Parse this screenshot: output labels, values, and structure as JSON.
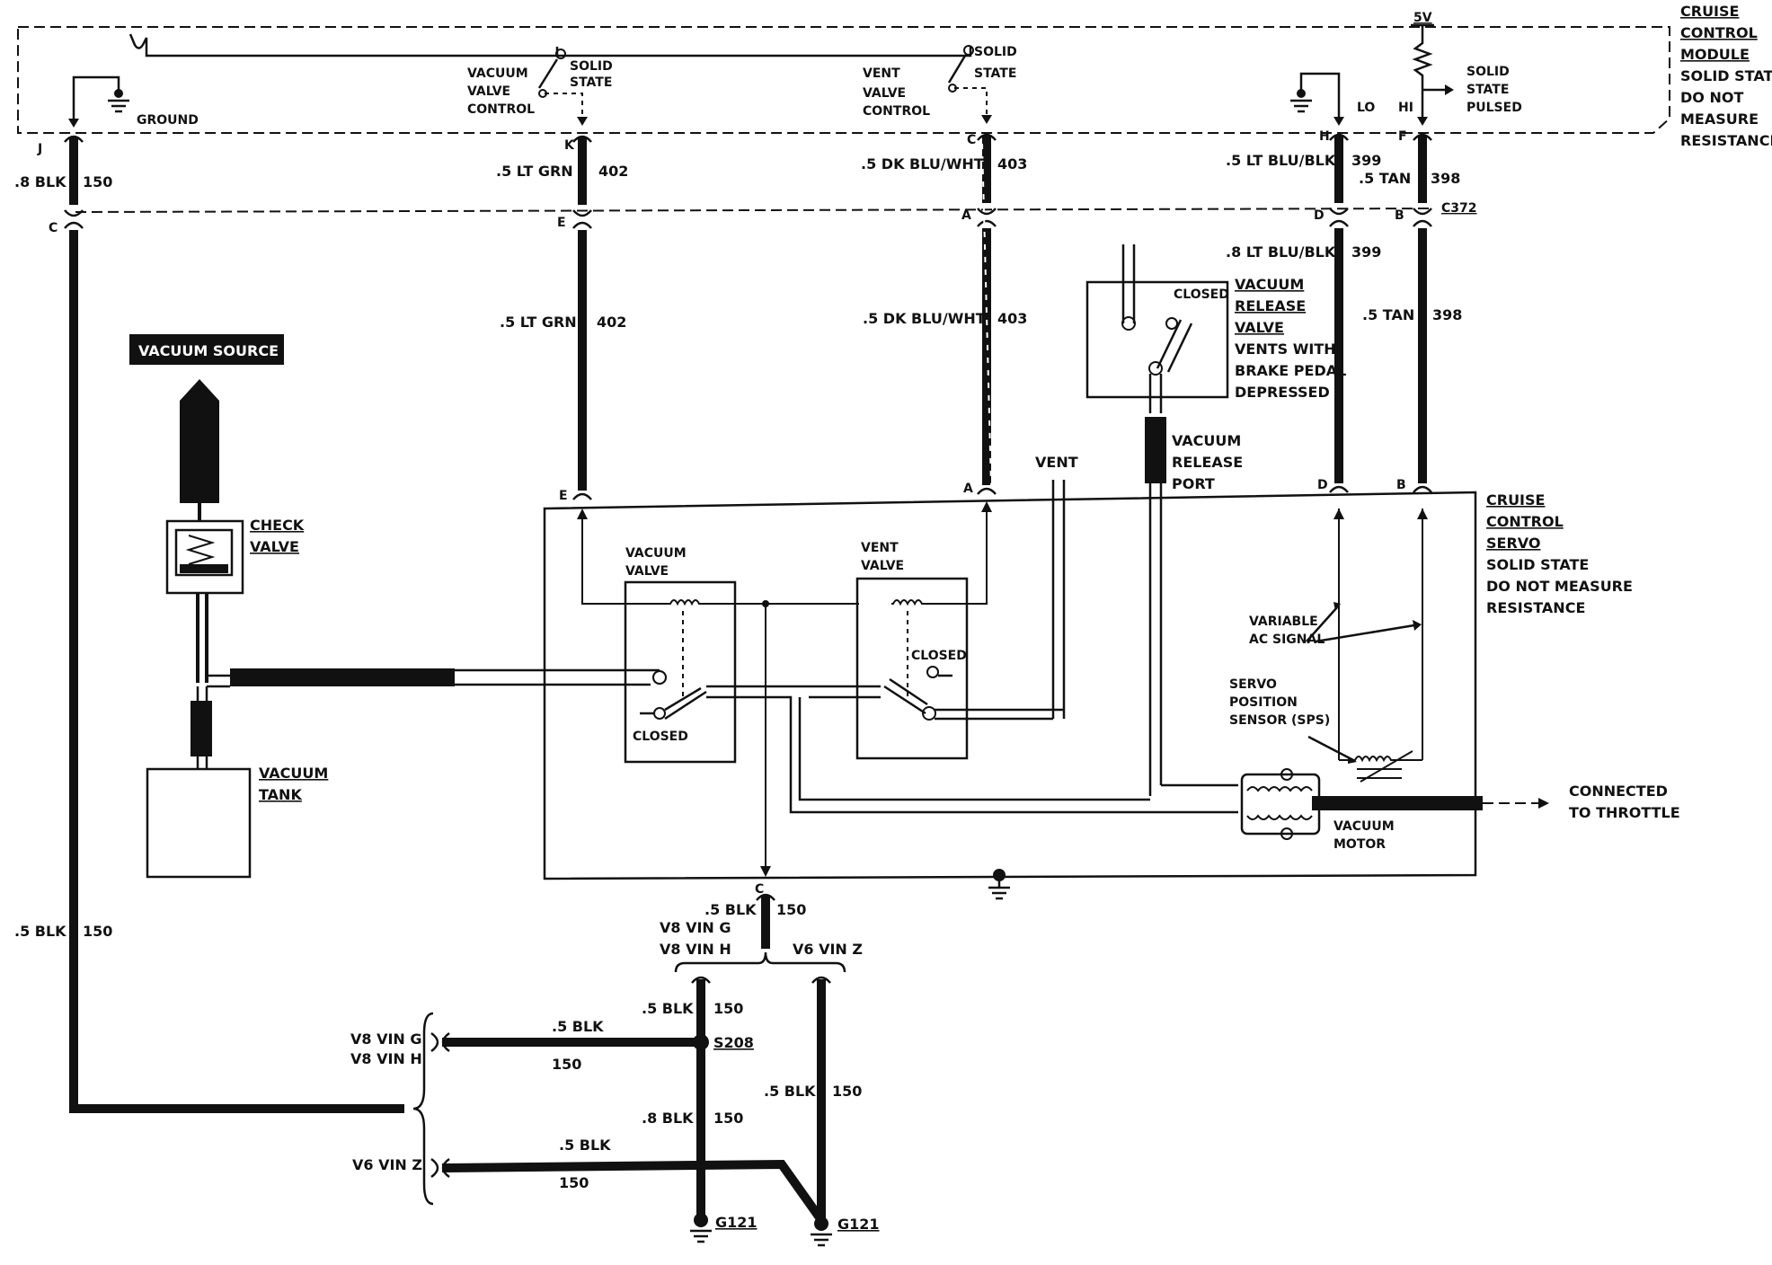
{
  "module": {
    "title": [
      "CRUISE",
      "CONTROL",
      "MODULE"
    ],
    "notes": [
      "SOLID STATE",
      "DO NOT",
      "MEASURE",
      "RESISTANCE"
    ],
    "ground_label": "GROUND",
    "vacuum_valve_control": [
      "VACUUM",
      "VALVE",
      "CONTROL"
    ],
    "vent_valve_control": [
      "VENT",
      "VALVE",
      "CONTROL"
    ],
    "solid_state": [
      "SOLID",
      "STATE"
    ],
    "solid_state_pulsed": [
      "SOLID",
      "STATE",
      "PULSED"
    ],
    "supply": "5V",
    "lo": "LO",
    "hi": "HI",
    "pins": [
      "J",
      "K",
      "C",
      "H",
      "F"
    ]
  },
  "connector": {
    "id": "C372",
    "pins": [
      "C",
      "E",
      "A",
      "D",
      "B"
    ]
  },
  "wires": {
    "j_upper": {
      "gauge": ".8 BLK",
      "circuit": "150"
    },
    "k_upper": {
      "gauge": ".5 LT GRN",
      "circuit": "402"
    },
    "k_lower": {
      "gauge": ".5 LT GRN",
      "circuit": "402"
    },
    "c_upper": {
      "gauge": ".5 DK BLU/WHT",
      "circuit": "403"
    },
    "c_lower": {
      "gauge": ".5 DK BLU/WHT",
      "circuit": "403"
    },
    "h_upper": {
      "gauge": ".5 LT BLU/BLK",
      "circuit": "399"
    },
    "h_lower": {
      "gauge": ".8 LT BLU/BLK",
      "circuit": "399"
    },
    "f_upper": {
      "gauge": ".5 TAN",
      "circuit": "398"
    },
    "f_lower": {
      "gauge": ".5 TAN",
      "circuit": "398"
    },
    "left_long": {
      "gauge": ".5 BLK",
      "circuit": "150"
    },
    "servo_gnd": {
      "gauge": ".5 BLK",
      "circuit": "150"
    },
    "s208_up": {
      "gauge": ".5 BLK",
      "circuit": "150"
    },
    "s208_down": {
      "gauge": ".8 BLK",
      "circuit": "150"
    },
    "v6_drop": {
      "gauge": ".5 BLK",
      "circuit": "150"
    },
    "v8_branch": {
      "gauge": ".5 BLK",
      "circuit": "150"
    },
    "v6_branch": {
      "gauge": ".5 BLK",
      "circuit": "150"
    }
  },
  "vacuum_source": "VACUUM SOURCE",
  "check_valve": [
    "CHECK",
    "VALVE"
  ],
  "vacuum_tank": [
    "VACUUM",
    "TANK"
  ],
  "release_valve": {
    "title": [
      "VACUUM",
      "RELEASE",
      "VALVE"
    ],
    "notes": [
      "VENTS WITH",
      "BRAKE PEDAL",
      "DEPRESSED"
    ],
    "closed": "CLOSED"
  },
  "release_port": [
    "VACUUM",
    "RELEASE",
    "PORT"
  ],
  "vent": "VENT",
  "servo": {
    "title": [
      "CRUISE",
      "CONTROL",
      "SERVO"
    ],
    "notes": [
      "SOLID STATE",
      "DO NOT MEASURE",
      "RESISTANCE"
    ],
    "vacuum_valve": [
      "VACUUM",
      "VALVE"
    ],
    "vent_valve": [
      "VENT",
      "VALVE"
    ],
    "closed": "CLOSED",
    "variable_ac": [
      "VARIABLE",
      "AC SIGNAL"
    ],
    "sps": [
      "SERVO",
      "POSITION",
      "SENSOR (SPS)"
    ],
    "vacuum_motor": [
      "VACUUM",
      "MOTOR"
    ],
    "pins": [
      "E",
      "A",
      "D",
      "B",
      "C"
    ]
  },
  "throttle": [
    "CONNECTED",
    "TO THROTTLE"
  ],
  "variants": {
    "v8g": "V8 VIN G",
    "v8h": "V8 VIN H",
    "v6z": "V6 VIN Z"
  },
  "splice": "S208",
  "ground_left": "G121",
  "ground_right": "G121"
}
